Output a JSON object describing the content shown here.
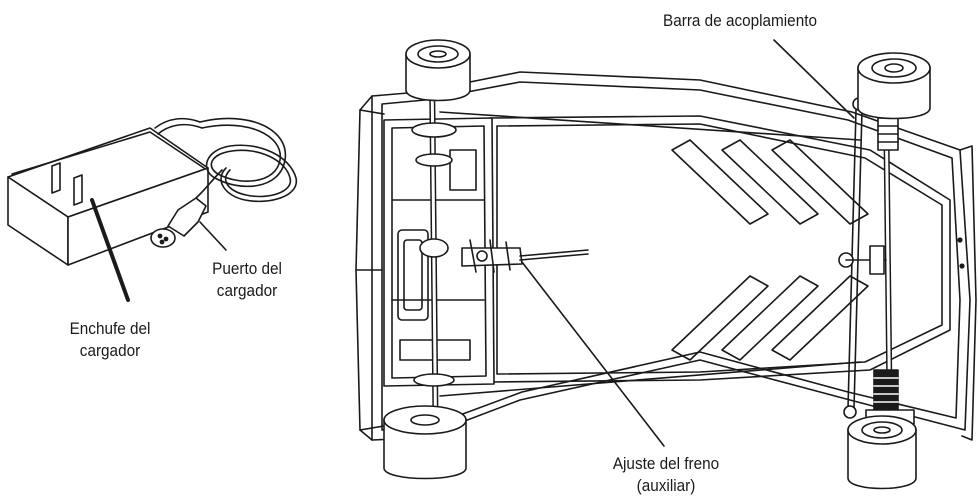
{
  "labels": {
    "tie_rod": "Barra de acoplamiento",
    "charger_port_1": "Puerto del",
    "charger_port_2": "cargador",
    "charger_plug_1": "Enchufe del",
    "charger_plug_2": "cargador",
    "brake_adjust_1": "Ajuste del freno",
    "brake_adjust_2": "(auxiliar)"
  },
  "colors": {
    "ink": "#1a1a1a",
    "background": "#ffffff"
  }
}
